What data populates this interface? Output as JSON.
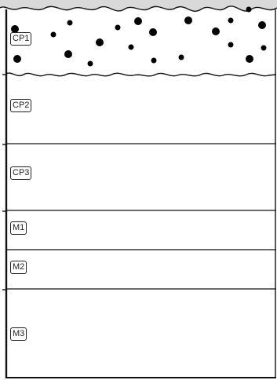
{
  "layers": [
    {
      "label": "CP1"
    },
    {
      "label": "CP2"
    },
    {
      "label": "CP3"
    },
    {
      "label": "M1"
    },
    {
      "label": "M2"
    },
    {
      "label": "M3"
    }
  ]
}
